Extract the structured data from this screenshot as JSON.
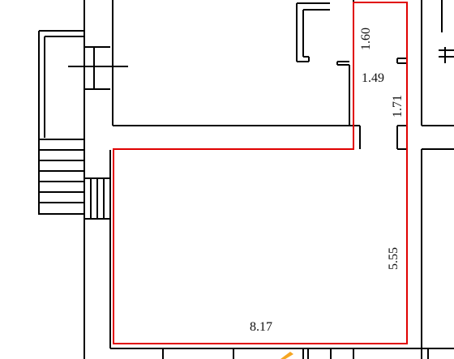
{
  "colors": {
    "wall": "#000000",
    "highlight": "#e00000",
    "accent": "#f5a623",
    "background": "#ffffff"
  },
  "dimensions": {
    "top_vertical": "1.60",
    "corridor_width": "1.49",
    "corridor_vertical": "1.71",
    "room_height": "5.55",
    "room_width": "8.17"
  }
}
